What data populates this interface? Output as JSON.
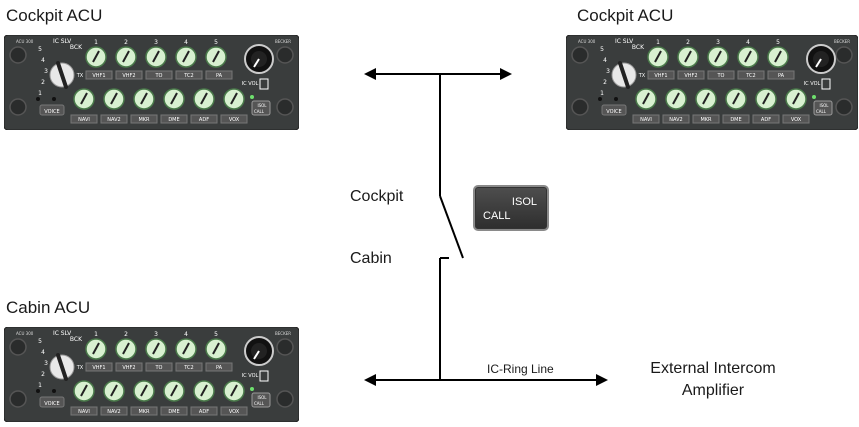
{
  "panels": {
    "left_top_title": "Cockpit ACU",
    "right_top_title": "Cockpit ACU",
    "bottom_title": "Cabin ACU",
    "brand": "BECKER",
    "model": "ACU 300",
    "selector_labels": [
      "IC",
      "SLV",
      "BCK"
    ],
    "selector_numbers": [
      "5",
      "4",
      "3",
      "2",
      "1"
    ],
    "knob_numbers": [
      "1",
      "2",
      "3",
      "4",
      "5"
    ],
    "tx_label": "TX",
    "top_buttons": [
      "VHF1",
      "VHF2",
      "TO",
      "TC2",
      "PA"
    ],
    "bottom_buttons": [
      "NAVI",
      "NAV2",
      "MKR",
      "DME",
      "ADF",
      "VOX"
    ],
    "voice_label": "VOICE",
    "ic_vol_label": "IC VOL",
    "isol_small": "ISOL",
    "call_small": "CALL"
  },
  "diagram": {
    "cockpit_label": "Cockpit",
    "cabin_label": "Cabin",
    "line_label": "IC-Ring Line",
    "amplifier_line1": "External Intercom",
    "amplifier_line2": "Amplifier"
  },
  "isol_button": {
    "isol": "ISOL",
    "call": "CALL"
  },
  "colors": {
    "panel_body": "#3a3d3d",
    "panel_frame": "#cfd3d3",
    "knob_ring": "#d8f0d0",
    "led_green": "#6ee06e"
  }
}
